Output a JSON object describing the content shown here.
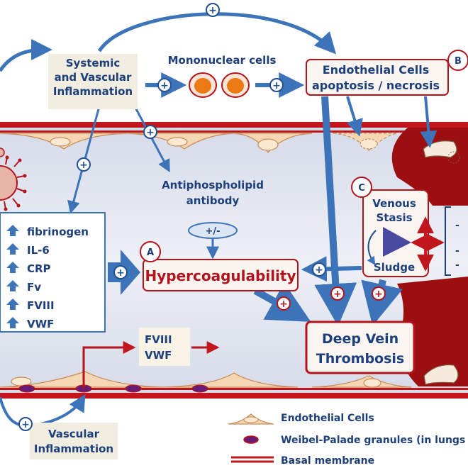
{
  "nodes": {
    "systemic": {
      "line1": "Systemic",
      "line2": "and Vascular",
      "line3": "Inflammation"
    },
    "mononuclear": "Mononuclear cells",
    "endothelial_apoptosis": {
      "line1": "Endothelial Cells",
      "line2": "apoptosis / necrosis"
    },
    "antiphospholipid": {
      "line1": "Antiphospholipid",
      "line2": "antibody"
    },
    "plus_minus": "+/-",
    "markers": [
      "fibrinogen",
      "IL-6",
      "CRP",
      "Fv",
      "FVIII",
      "VWF"
    ],
    "hypercoagulability": "Hypercoagulability",
    "venous": {
      "line1": "Venous",
      "line2": "Stasis",
      "line3": "Sludge"
    },
    "dvt": {
      "line1": "Deep Vein",
      "line2": "Thrombosis"
    },
    "fviii_vwf": {
      "line1": "FVIII",
      "line2": "VWF"
    },
    "vascular_inflammation": {
      "line1": "Vascular",
      "line2": "Inflammation"
    }
  },
  "badges": {
    "a": "A",
    "b": "B",
    "c": "C",
    "plus": "+"
  },
  "legend": [
    {
      "label": "Endothelial Cells"
    },
    {
      "label": "Weibel-Palade granules (in lungs"
    },
    {
      "label": "Basal membrane"
    }
  ],
  "partial_text": {
    "right_bracket_dash": "-"
  },
  "colors": {
    "arrow_blue": "#3d73b8",
    "arrow_blue_dark": "#22508f",
    "vessel_red": "#c0161c",
    "vessel_lumen": "#e4e7f0",
    "thrombus_red": "#9c0f10",
    "endothelial_fill": "#f6d7b4",
    "granule_purple": "#6a1a70",
    "box_fill": "#f8f3e4",
    "label_blue": "#1d3f7a",
    "label_red": "#b3141b",
    "badge_fill": "#ffffff"
  }
}
